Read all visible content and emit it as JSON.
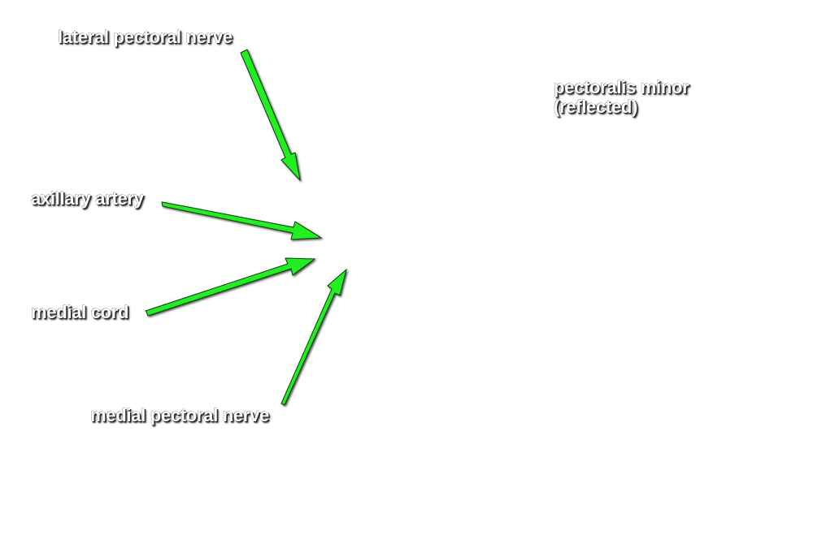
{
  "labels": {
    "lateral_pectoral_nerve": "lateral pectoral nerve",
    "pectoralis_minor_line1": "pectoralis minor",
    "pectoralis_minor_line2": "(reflected)",
    "axillary_artery": "axillary artery",
    "medial_cord": "medial cord",
    "medial_pectoral_nerve": "medial pectoral nerve"
  },
  "colors": {
    "arrow_fill": "#22ee22",
    "arrow_outline": "#0a3a0a",
    "label_text": "#ffffff",
    "label_shadow": "#2a2a2a",
    "background": "#ffffff"
  }
}
